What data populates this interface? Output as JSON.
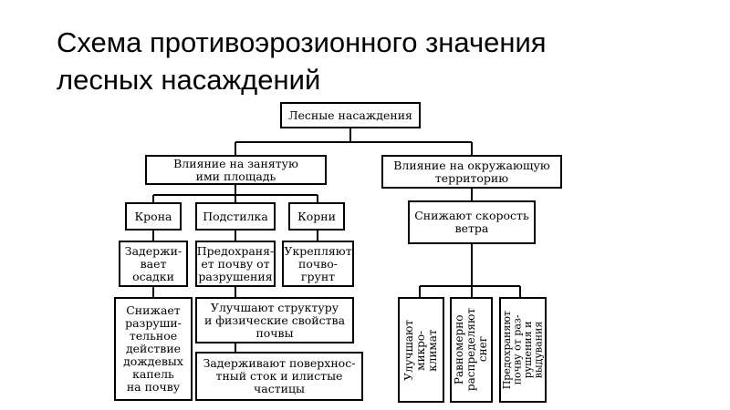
{
  "title": {
    "line1": "Схема противоэрозионного значения",
    "line2": "лесных насаждений"
  },
  "diagram": {
    "root": "Лесные насаждения",
    "left_branch": {
      "line1": "Влияние на занятую",
      "line2": "ими площадь"
    },
    "right_branch": {
      "line1": "Влияние на окружающую",
      "line2": "территорию"
    },
    "krona": "Крона",
    "podstilka": "Подстилка",
    "korni": "Корни",
    "krona_effect": [
      "Задержи-",
      "вает",
      "осадки"
    ],
    "podstilka_effect": [
      "Предохраня-",
      "ет почву от",
      "разрушения"
    ],
    "korni_effect": [
      "Укрепляют",
      "почво-",
      "грунт"
    ],
    "krona_effect2": [
      "Снижает",
      "разруши-",
      "тельное",
      "действие",
      "дождевых",
      "капель",
      "на почву"
    ],
    "structure": [
      "Улучшают структуру",
      "и физические свойства",
      "почвы"
    ],
    "runoff": [
      "Задерживают поверхнос-",
      "тный сток и илистые",
      "частицы"
    ],
    "wind": [
      "Снижают скорость",
      "ветра"
    ],
    "microclimate": [
      "Улучшают",
      "микро-",
      "климат"
    ],
    "snow": [
      "Равномерно",
      "распределяют",
      "снег"
    ],
    "protect": [
      "Предохраняют",
      "почву от раз-",
      "рушения и",
      "выдувания"
    ]
  }
}
